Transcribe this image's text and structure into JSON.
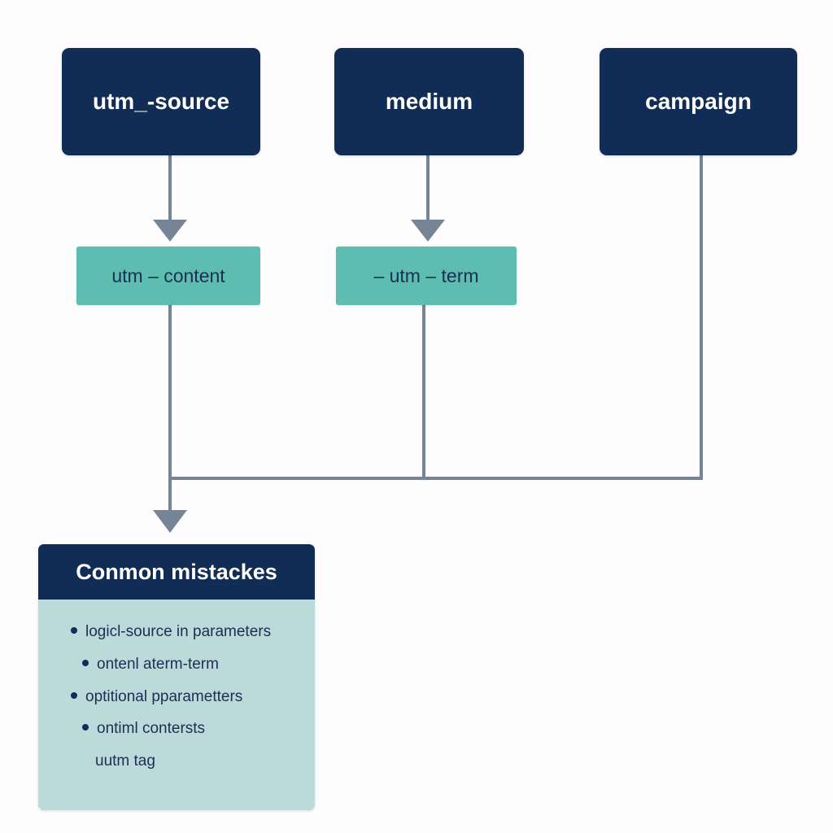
{
  "diagram": {
    "nodes": {
      "source": "utm_-source",
      "medium": "medium",
      "campaign": "campaign",
      "content": "utm – content",
      "term": "– utm – term"
    },
    "mistakes_panel": {
      "title": "Conmon mistackes",
      "items": [
        {
          "text": "logicl-source in parameters",
          "bullet": true
        },
        {
          "text": "ontenl aterm-term",
          "bullet": true
        },
        {
          "text": "optitional pparametters",
          "bullet": true
        },
        {
          "text": "ontiml contersts",
          "bullet": true
        },
        {
          "text": "uutm tag",
          "bullet": false
        }
      ]
    },
    "edges": [
      {
        "from": "source",
        "to": "content",
        "arrow": true
      },
      {
        "from": "medium",
        "to": "term",
        "arrow": true
      },
      {
        "from": "content",
        "to": "merge-line",
        "arrow": false
      },
      {
        "from": "term",
        "to": "merge-line",
        "arrow": false
      },
      {
        "from": "campaign",
        "to": "merge-line",
        "arrow": false
      },
      {
        "from": "merge-line",
        "to": "mistakes_panel",
        "arrow": true
      }
    ],
    "colors": {
      "dark_node": "#122d55",
      "teal_node": "#5dbdb1",
      "panel_body": "#bcdad9",
      "connector": "#768595"
    }
  }
}
